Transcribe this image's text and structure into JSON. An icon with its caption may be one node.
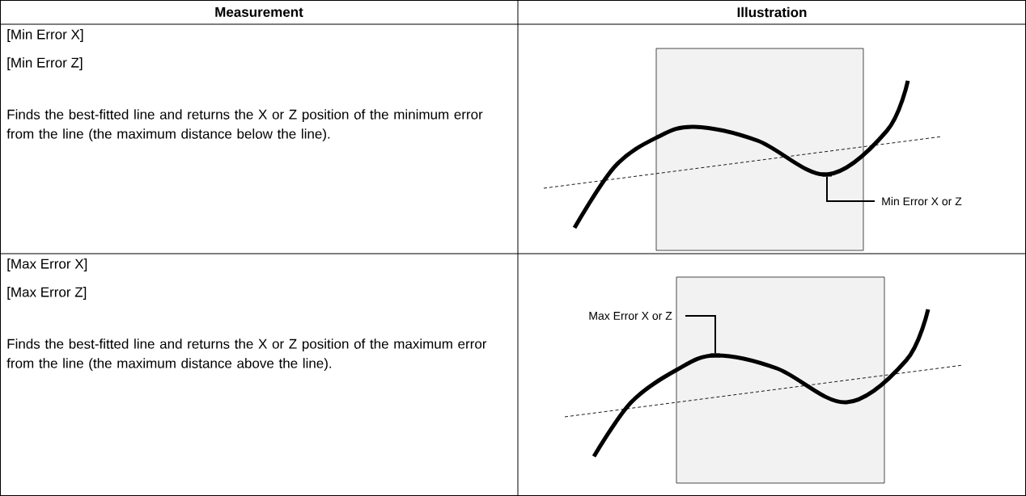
{
  "diagram": {
    "nodes": [
      {
        "text": [
          "Min Error X or Z"
        ]
      },
      {
        "text": [],
        "shape": "bar"
      },
      {
        "text": [
          "Max Error X or Z"
        ]
      },
      {
        "text": [],
        "shape": "bar"
      }
    ],
    "edges": [
      {
        "from": 0,
        "to": 1,
        "arrow": "none"
      },
      {
        "from": 2,
        "to": 3,
        "arrow": "none"
      }
    ],
    "labels": [
      "Measurement",
      "Illustration",
      "[Min Error X]",
      "[Min Error Z]",
      "Finds the best-fitted line and returns the X or Z position of the minimum error from the line (the maximum distance below the line).",
      "[Max Error X]",
      "[Max Error Z]",
      "Finds the best-fitted line and returns the X or Z position of the maximum error from the line (the maximum distance above the line)."
    ]
  }
}
